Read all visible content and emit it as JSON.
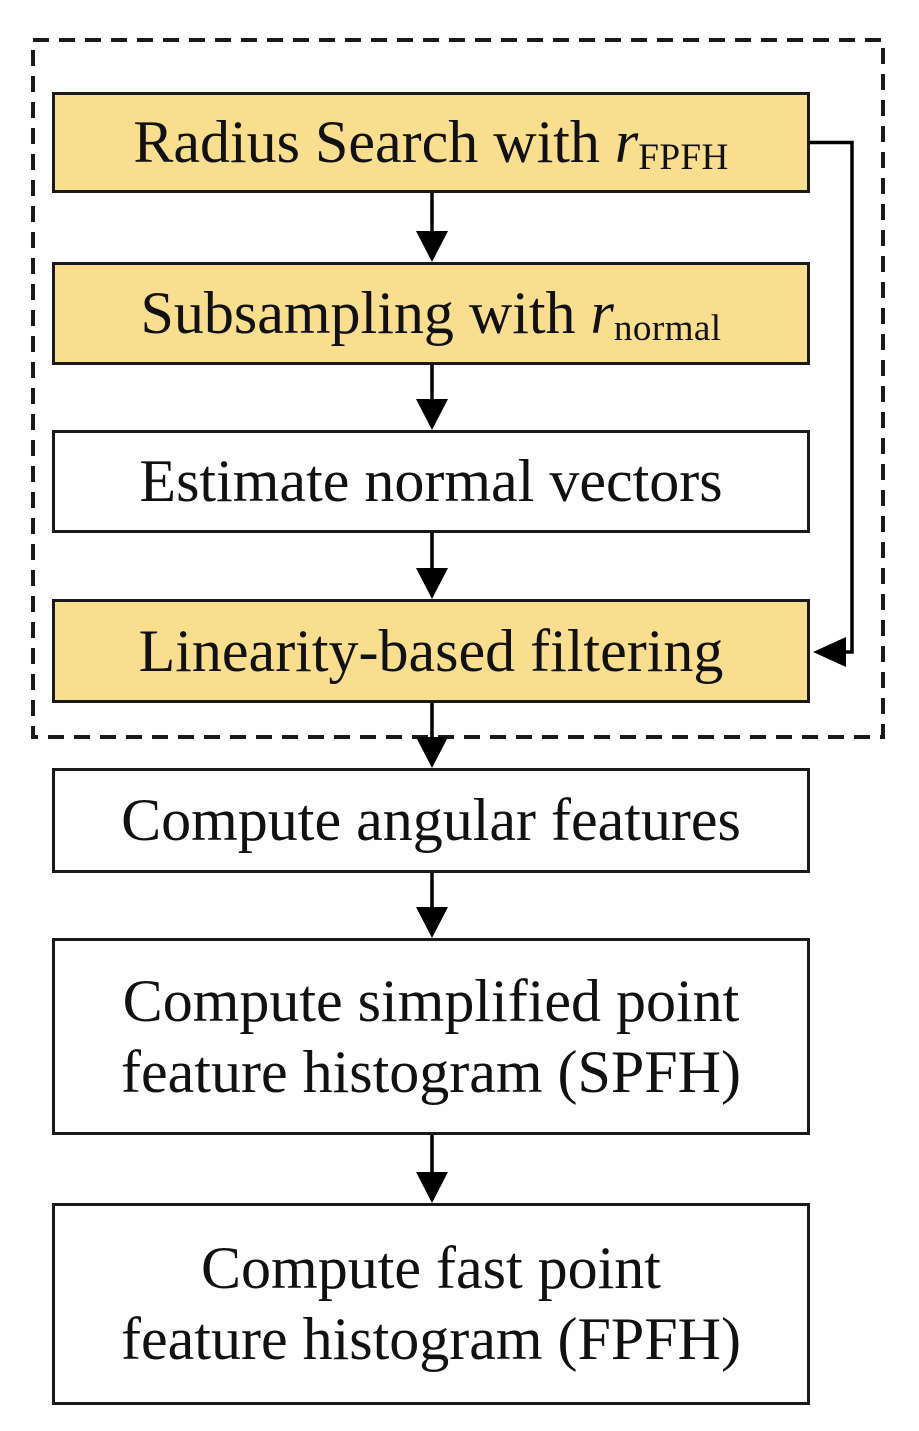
{
  "diagram": {
    "type": "flowchart",
    "nodes": [
      {
        "id": "radius-search",
        "text_pre": "Radius Search with ",
        "text_var": "r",
        "text_sub": "FPFH",
        "highlighted": true
      },
      {
        "id": "subsampling",
        "text_pre": "Subsampling with ",
        "text_var": "r",
        "text_sub": "normal",
        "highlighted": true
      },
      {
        "id": "estimate-normals",
        "line1": "Estimate normal vectors",
        "highlighted": false
      },
      {
        "id": "linearity-filter",
        "line1": "Linearity-based filtering",
        "highlighted": true
      },
      {
        "id": "angular-features",
        "line1": "Compute angular features",
        "highlighted": false
      },
      {
        "id": "spfh",
        "line1": "Compute simplified point",
        "line2": "feature histogram (SPFH)",
        "highlighted": false
      },
      {
        "id": "fpfh",
        "line1": "Compute fast point",
        "line2": "feature histogram (FPFH)",
        "highlighted": false
      }
    ],
    "edges": [
      {
        "from": "radius-search",
        "to": "subsampling"
      },
      {
        "from": "subsampling",
        "to": "estimate-normals"
      },
      {
        "from": "estimate-normals",
        "to": "linearity-filter"
      },
      {
        "from": "radius-search",
        "to": "linearity-filter",
        "route": "right-side-feedback"
      },
      {
        "from": "linearity-filter",
        "to": "angular-features"
      },
      {
        "from": "angular-features",
        "to": "spfh"
      },
      {
        "from": "spfh",
        "to": "fpfh"
      }
    ],
    "dashed_group_contains": [
      "radius-search",
      "subsampling",
      "estimate-normals",
      "linearity-filter"
    ]
  },
  "colors": {
    "highlight_fill": "#F9DE8F",
    "plain_fill": "#FEFEFE",
    "box_border": "#1A1A1A",
    "arrow": "#000000",
    "background": "#FFFFFF"
  }
}
